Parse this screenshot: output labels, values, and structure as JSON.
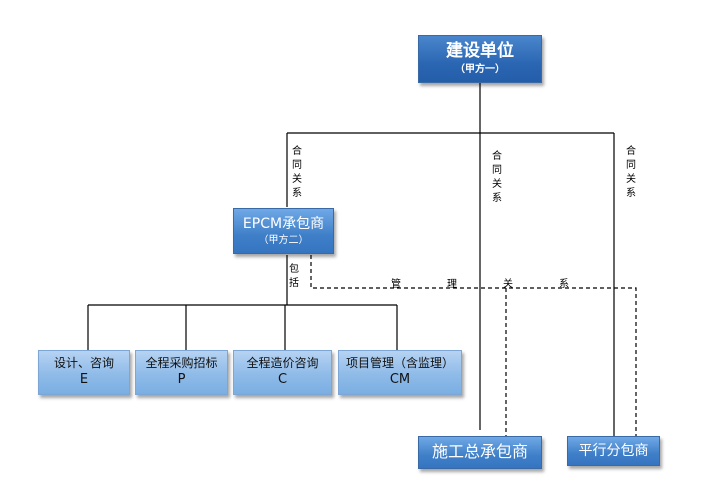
{
  "top_box": {
    "title": "建设单位",
    "subtitle": "（甲方一）"
  },
  "epcm_box": {
    "title": "EPCM承包商",
    "subtitle": "（甲方二）"
  },
  "contract_label": "合同关系",
  "include_label": "包括",
  "mgmt_label": [
    "管",
    "理",
    "关",
    "系"
  ],
  "services": [
    {
      "label": "设计、咨询",
      "code": "E"
    },
    {
      "label": "全程采购招标",
      "code": "P"
    },
    {
      "label": "全程造价咨询",
      "code": "C"
    },
    {
      "label": "项目管理（含监理）",
      "code": "CM"
    }
  ],
  "general_contractor": "施工总承包商",
  "parallel_subcontractor": "平行分包商",
  "colors": {
    "box_blue": "#3f7fc8",
    "box_light": "#8fbbe8",
    "line": "#000000"
  }
}
